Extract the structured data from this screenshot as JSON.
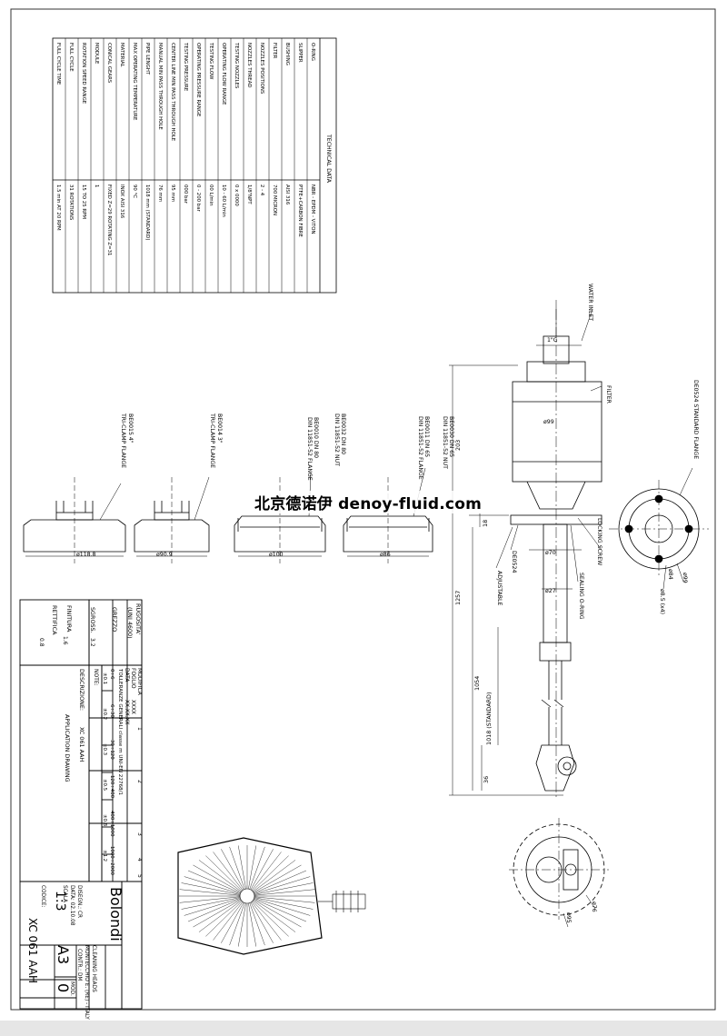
{
  "watermark": "北京德诺伊 denoy-fluid.com",
  "technical_data": {
    "title": "TECHNICAL DATA",
    "rows": [
      {
        "label": "O-RING",
        "value": "NBR - EPDM - VITON"
      },
      {
        "label": "SLIPPER",
        "value": "PTFE+CARBON FIBRE"
      },
      {
        "label": "BUSHING",
        "value": "AISI 316"
      },
      {
        "label": "FILTER",
        "value": "700 MICRON"
      },
      {
        "label": "NOZZLES POSITIONS",
        "value": "2 - 4"
      },
      {
        "label": "NOZZLES THREAD",
        "value": "1/8\"NPT"
      },
      {
        "label": "TESTING NOZZLES",
        "value": "0 x 0000"
      },
      {
        "label": "OPERATING FLOW RANGE",
        "value": "10 - 60 L/min"
      },
      {
        "label": "TESTING FLOW",
        "value": "00 L/min"
      },
      {
        "label": "OPERATING PRESSURE RANGE",
        "value": "0 - 200 bar"
      },
      {
        "label": "TESTING PRESSURE",
        "value": "000 bar"
      },
      {
        "label": "CENTER LINE MIN PASS THROUGH HOLE",
        "value": "95 mm"
      },
      {
        "label": "MANUAL MIN PASS THROUGH HOLE",
        "value": "76 mm"
      },
      {
        "label": "PIPE LENGHT",
        "value": "1018 mm (STANDARD)"
      },
      {
        "label": "MAX OPERATING TEMPERATURE",
        "value": "90 °C"
      },
      {
        "label": "MATERIAL",
        "value": "INOX AISI 316"
      },
      {
        "label": "CONICAL GEARS",
        "value": "FIXED Z=29 ROTATING Z=31"
      },
      {
        "label": "MODULE",
        "value": "1"
      },
      {
        "label": "ROTATION SPEED RANGE",
        "value": "15 TO 25 RPM"
      },
      {
        "label": "FULL CYCLE",
        "value": "31 ROTATIONS"
      },
      {
        "label": "FULL CYCLE TIME",
        "value": "1.5 min AT 20 RPM"
      }
    ]
  },
  "flanges": [
    {
      "code": "BE0015 4\"",
      "type": "TRI-CLAMP FLANGE",
      "diameter": "ø118.8"
    },
    {
      "code": "BE0014 3\"",
      "type": "TRI-CLAMP FLANGE",
      "diameter": "ø90.9"
    },
    {
      "code": "BE0032 DN 80",
      "code2": "DIN 11851-52 NUT",
      "code3": "BE0010 DN 80",
      "code4": "DIN 11851-52 FLANGE",
      "diameter": "ø100"
    },
    {
      "code": "BE0030 DN 65",
      "code2": "DIN 11851-52 NUT",
      "code3": "BE0011 DN 65",
      "code4": "DIN 11851-52 FLANGE",
      "diameter": "ø86"
    }
  ],
  "main_view": {
    "water_inlet": "WATER INLET",
    "inlet_thread": "1\"G",
    "filter": "FILTER",
    "head_diameter": "ø99",
    "dim_203": "203",
    "dim_18": "18",
    "dim_1257": "1257",
    "dim_1054": "1054",
    "dim_1018": "1018 (STANDARD)",
    "dim_36": "36",
    "locking_screw": "LOCKING SCREW",
    "sealing_oring": "SEALING O-RING",
    "de0524": "DE0524",
    "adjustable": "ADJUSTABLE",
    "d70": "ø70",
    "d27": "ø27"
  },
  "flange_view": {
    "title": "DE0524 STANDARD FLANGE",
    "d99": "ø99",
    "d84": "ø84",
    "d85": "ø8.5 (x4)"
  },
  "tip_view": {
    "d76": "ø76",
    "d95": "ø95"
  },
  "title_block": {
    "rugosita_label": "RUGOSITA'",
    "rugosita_norm": "(UNI 4600)",
    "grezzo": "GREZZO",
    "sgross": "SGROSS.",
    "sgross_val": "3.2",
    "finitura": "FINITURA",
    "finitura_val": "1.6",
    "rettifica": "RETTIFICA",
    "rettifica_val": "0.8",
    "modifica": "MODIFICA",
    "foglio": "FOGLIO",
    "data": "DATA",
    "rev1_foglio": "XXXX",
    "rev1_data": "XX.XX.XX",
    "col1": "1",
    "col2": "2",
    "col3": "3",
    "col4": "4",
    "col5": "5",
    "tolerance_title": "TOLLERANZE GENERALI classe m UNI-EN 22768/1",
    "tol_ranges": [
      "0÷6",
      "6÷30",
      "30÷120",
      "120÷400",
      "400÷1000",
      "1000÷2000"
    ],
    "tol_values": [
      "±0.1",
      "±0.2",
      "±0.3",
      "±0.5",
      "±0.8",
      "±1.2"
    ],
    "note": "NOTE:",
    "descrizione_label": "DESCRIZIONE:",
    "descrizione": "XC 061 AAH",
    "descrizione2": "APPLICATION DRAWING",
    "brand": "Bolondi",
    "company_line1": "CLEANING HEADS",
    "company_line2": "MONTECCHIO E. (RE) - ITALY",
    "disegn": "DISEGN.: CR",
    "contr": "CONTR.: DM",
    "date": "DATA: 02.10.08",
    "mod": "MOD.",
    "scala_label": "SCALA",
    "scala": "1:3",
    "format": "A3",
    "revision": "0",
    "codice_label": "CODICE:",
    "codice": "XC 061 AAH"
  }
}
